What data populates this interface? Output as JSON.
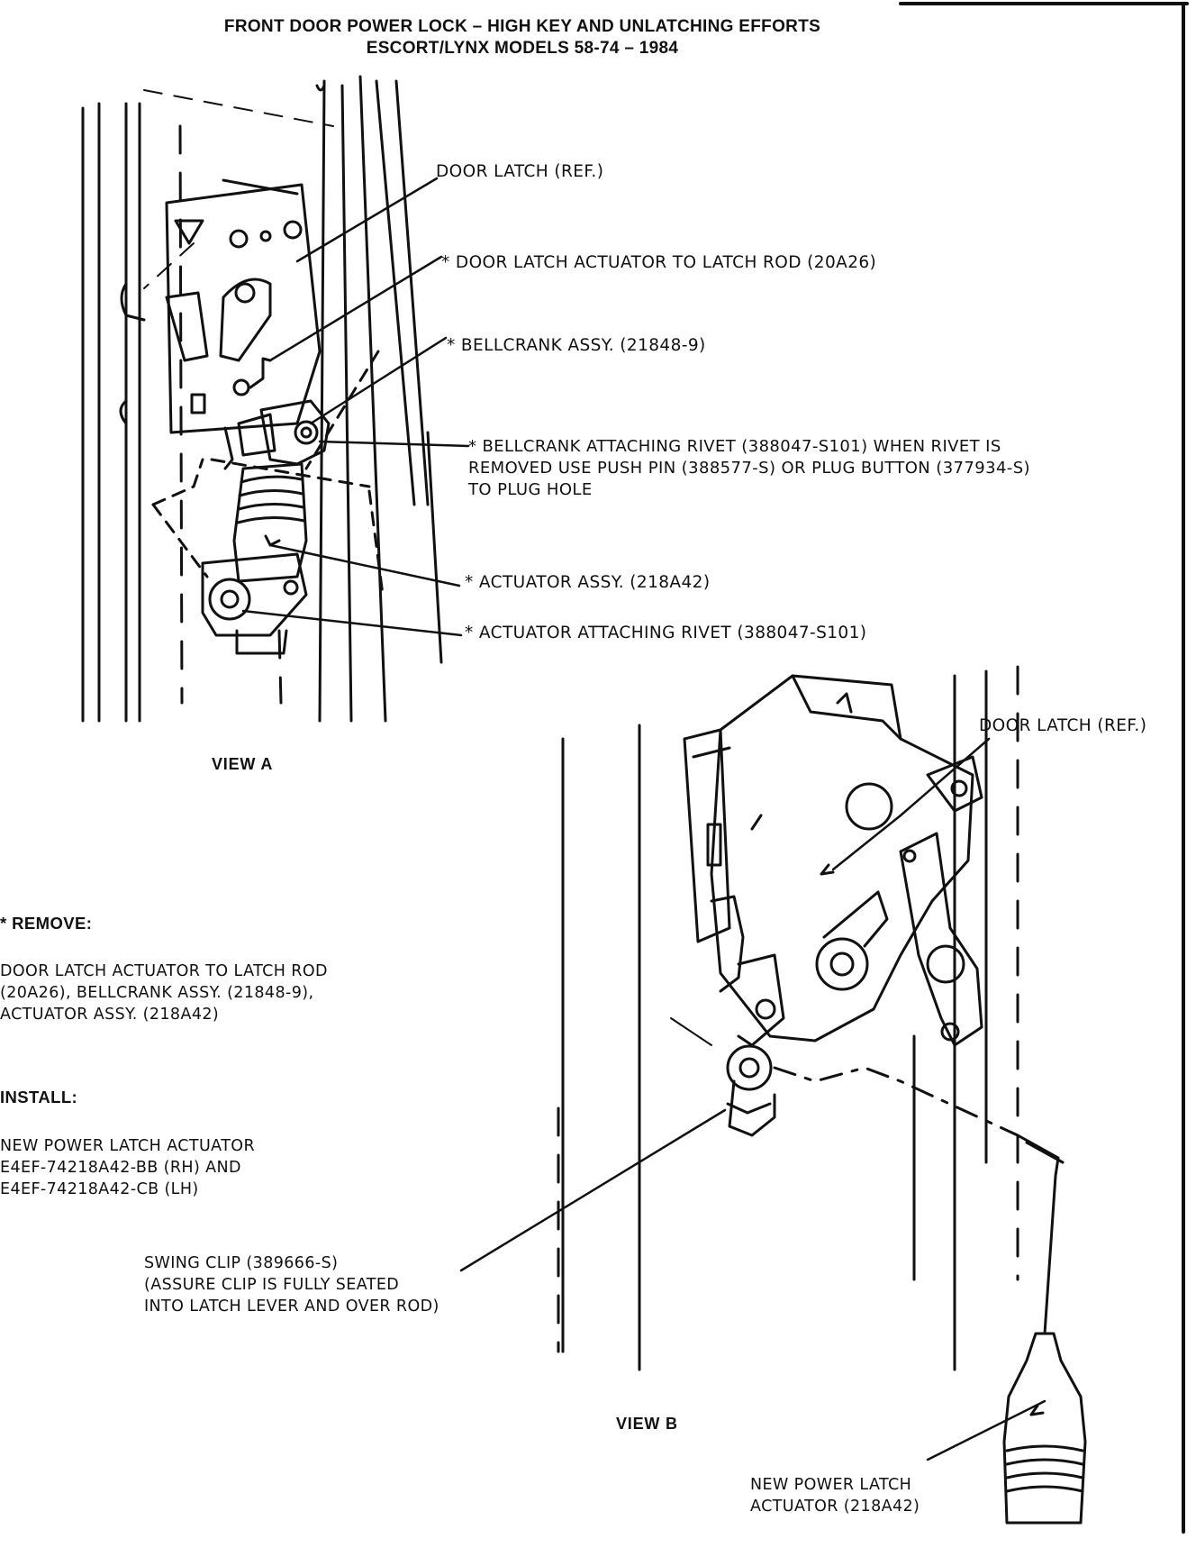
{
  "header": {
    "title_line1": "FRONT DOOR POWER LOCK – HIGH KEY AND UNLATCHING EFFORTS",
    "title_line2": "ESCORT/LYNX MODELS 58-74 – 1984"
  },
  "view_a": {
    "caption": "VIEW A",
    "callouts": {
      "door_latch": "DOOR LATCH (REF.)",
      "actuator_rod": "* DOOR LATCH ACTUATOR TO LATCH ROD (20A26)",
      "bellcrank": "* BELLCRANK ASSY. (21848-9)",
      "bellcrank_rivet": "* BELLCRANK ATTACHING RIVET (388047-S101) WHEN RIVET IS\nREMOVED USE PUSH PIN (388577-S) OR PLUG BUTTON (377934-S)\nTO PLUG HOLE",
      "actuator_assy": "* ACTUATOR ASSY. (218A42)",
      "actuator_rivet": "* ACTUATOR ATTACHING RIVET (388047-S101)"
    }
  },
  "view_b": {
    "caption": "VIEW B",
    "callouts": {
      "door_latch": "DOOR LATCH (REF.)",
      "swing_clip": "SWING CLIP (389666-S)\n(ASSURE CLIP IS FULLY SEATED\nINTO LATCH LEVER AND OVER ROD)",
      "new_actuator": "NEW POWER LATCH\nACTUATOR (218A42)"
    }
  },
  "notes": {
    "remove_heading": "* REMOVE:",
    "remove_body": "DOOR LATCH ACTUATOR TO LATCH ROD\n(20A26), BELLCRANK ASSY. (21848-9),\nACTUATOR ASSY. (218A42)",
    "install_heading": "INSTALL:",
    "install_body": "NEW POWER LATCH ACTUATOR\nE4EF-74218A42-BB (RH) AND\nE4EF-74218A42-CB (LH)"
  }
}
